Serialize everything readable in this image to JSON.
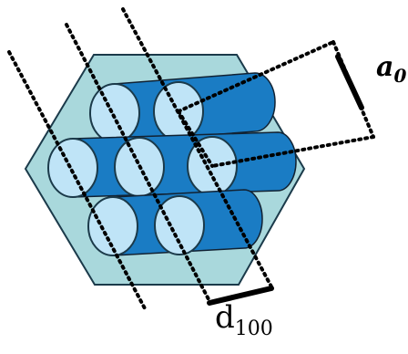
{
  "labels": {
    "lattice_param": "a",
    "lattice_param_sub": "0",
    "spacing": "d",
    "spacing_sub": "100"
  },
  "colors": {
    "hexagon_fill": "#a9d8dc",
    "cylinder_body": "#1a7cc4",
    "cylinder_end": "#bfe4f7",
    "outline": "#1b3a4a",
    "dots": "#000000"
  }
}
